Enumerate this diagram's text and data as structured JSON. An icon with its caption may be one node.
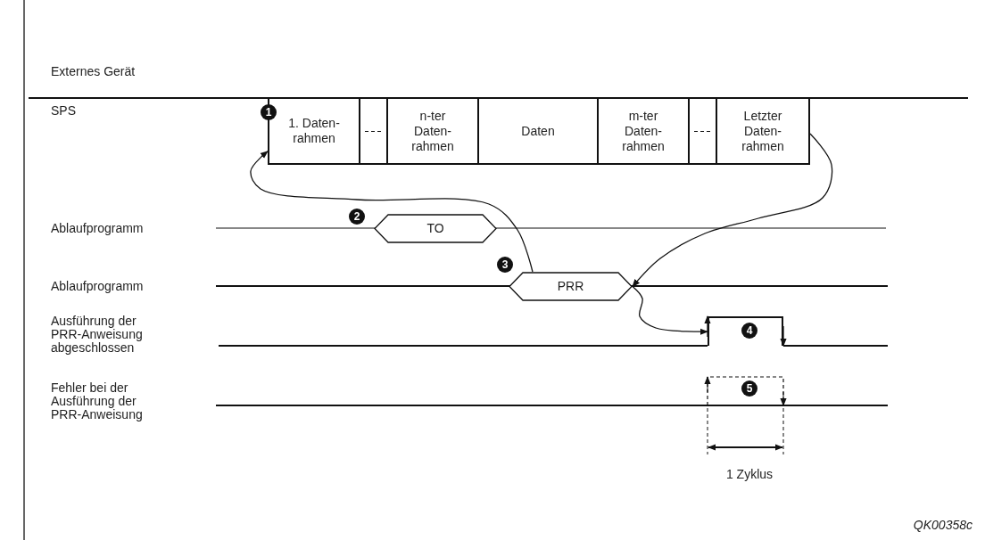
{
  "diagram": {
    "nodes": [
      {
        "text": [
          "1. Daten- rahmen"
        ]
      },
      {
        "text": [],
        "shape": "box"
      },
      {
        "text": [
          "n-ter Daten- rahmen"
        ]
      },
      {
        "text": [
          "Daten"
        ]
      },
      {
        "text": [
          "m-ter Daten- rahmen"
        ]
      },
      {
        "text": [],
        "shape": "box"
      },
      {
        "text": [
          "Letzter Daten- rahmen"
        ]
      },
      {
        "text": [
          "TO"
        ]
      },
      {
        "text": [
          "PRR"
        ]
      },
      {
        "text": [],
        "shape": "box"
      }
    ],
    "edges": [
      {
        "from": 8,
        "to": 0,
        "arrow": "to"
      },
      {
        "from": 6,
        "to": 8,
        "arrow": "to"
      },
      {
        "from": 8,
        "to": 9,
        "arrow": "to"
      }
    ],
    "labels": [
      "Externes Gerät",
      "SPS",
      "1",
      "2",
      "Ablaufprogramm",
      "3",
      "Ablaufprogramm",
      "Ausführung der PRR-Anweisung abgeschlossen",
      "4",
      "Fehler bei der Ausführung der PRR-Anweisung",
      "5",
      "1 Zyklus",
      "QK00358c"
    ]
  }
}
